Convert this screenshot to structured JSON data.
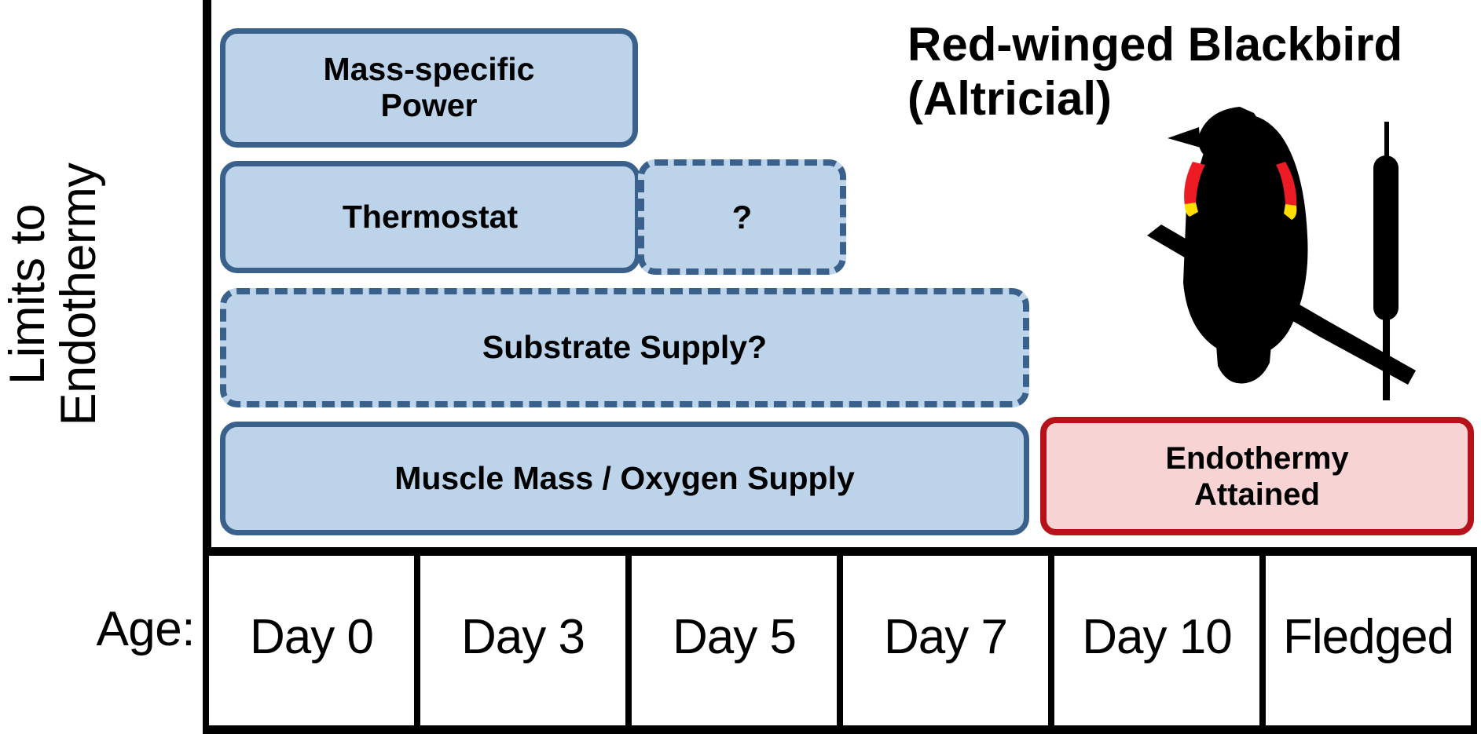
{
  "figure": {
    "title": "Red-winged Blackbird\n(Altricial)",
    "y_axis_label_line1": "Limits to",
    "y_axis_label_line2": "Endothermy",
    "age_label": "Age:"
  },
  "bars": [
    {
      "id": "power",
      "label": "Mass-specific\nPower",
      "style": "solid",
      "fill": "#bcd3ea",
      "stroke": "#39618c"
    },
    {
      "id": "thermo",
      "label": "Thermostat",
      "style": "solid",
      "fill": "#bcd3ea",
      "stroke": "#39618c"
    },
    {
      "id": "question",
      "label": "?",
      "style": "dashed",
      "fill": "#bcd3ea",
      "stroke": "#39618c"
    },
    {
      "id": "substrate",
      "label": "Substrate Supply?",
      "style": "dashed",
      "fill": "#bcd3ea",
      "stroke": "#39618c"
    },
    {
      "id": "muscle",
      "label": "Muscle Mass / Oxygen Supply",
      "style": "solid",
      "fill": "#bcd3ea",
      "stroke": "#39618c"
    },
    {
      "id": "endothermy",
      "label": "Endothermy\nAttained",
      "style": "solid",
      "fill": "#f7d3d4",
      "stroke": "#b51219"
    }
  ],
  "timeline": {
    "cells": [
      {
        "label": "Day 0"
      },
      {
        "label": "Day 3"
      },
      {
        "label": "Day 5"
      },
      {
        "label": "Day 7"
      },
      {
        "label": "Day 10"
      },
      {
        "label": "Fledged"
      }
    ]
  },
  "illustration": {
    "name": "red-winged-blackbird-silhouette",
    "body_color": "#000000",
    "shoulder_red": "#ed1c24",
    "shoulder_yellow": "#ffdd00"
  },
  "chart_data": {
    "type": "bar",
    "title": "Red-winged Blackbird (Altricial)",
    "xlabel": "Age",
    "ylabel": "Limits to Endothermy",
    "categories": [
      "Day 0",
      "Day 3",
      "Day 5",
      "Day 7",
      "Day 10",
      "Fledged"
    ],
    "grid": false,
    "legend": "none",
    "series": [
      {
        "name": "Mass-specific Power",
        "span_start": "Day 0",
        "span_end": "Day 3",
        "style": "solid",
        "row": 1
      },
      {
        "name": "Thermostat",
        "span_start": "Day 0",
        "span_end": "Day 3",
        "style": "solid",
        "row": 2
      },
      {
        "name": "?",
        "span_start": "Day 5",
        "span_end": "Day 5",
        "style": "dashed",
        "row": 2
      },
      {
        "name": "Substrate Supply?",
        "span_start": "Day 0",
        "span_end": "Day 7",
        "style": "dashed",
        "row": 3
      },
      {
        "name": "Muscle Mass / Oxygen Supply",
        "span_start": "Day 0",
        "span_end": "Day 7",
        "style": "solid",
        "row": 4
      },
      {
        "name": "Endothermy Attained",
        "span_start": "Day 10",
        "span_end": "Fledged",
        "style": "solid",
        "row": 4
      }
    ]
  }
}
